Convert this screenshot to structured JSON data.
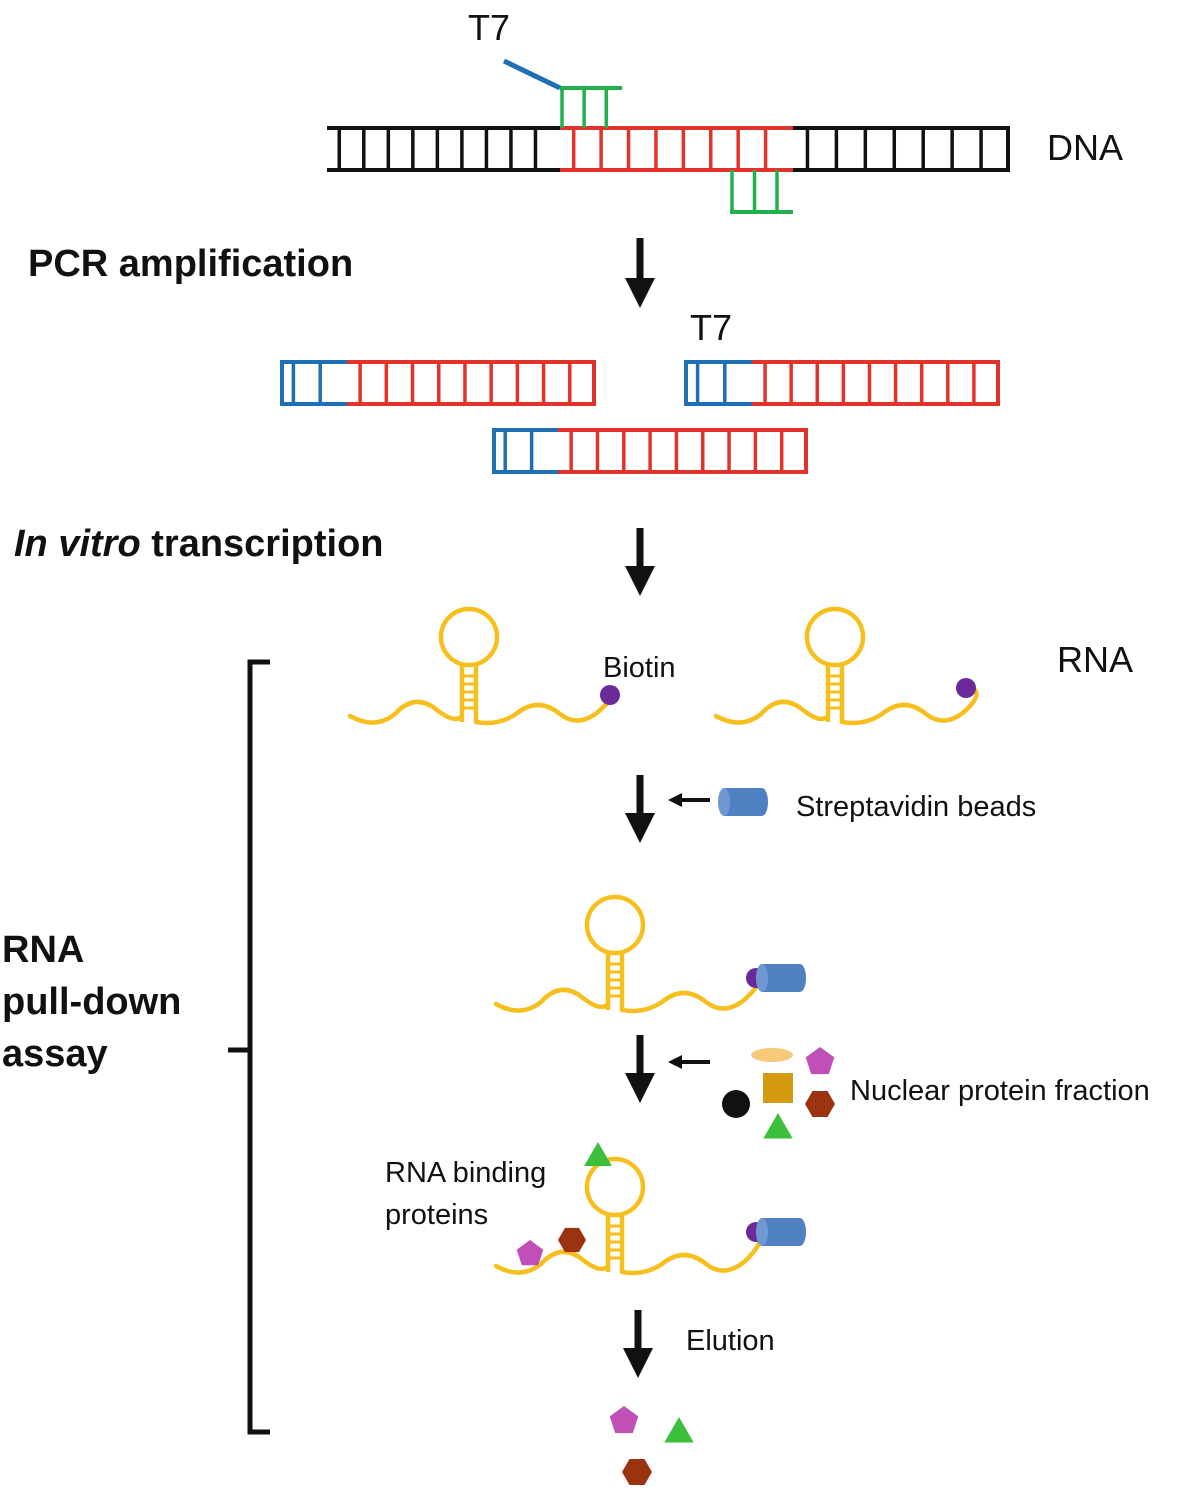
{
  "labels": {
    "t7_top": "T7",
    "dna": "DNA",
    "pcr_step": "PCR amplification",
    "t7_pcr": "T7",
    "ivt_italic": "In vitro",
    "ivt_rest": " transcription",
    "biotin": "Biotin",
    "rna": "RNA",
    "streptavidin": "Streptavidin beads",
    "assay_line1": "RNA",
    "assay_line2": "pull-down",
    "assay_line3": "assay",
    "nuclear": "Nuclear protein fraction",
    "rbp_line1": "RNA binding",
    "rbp_line2": "proteins",
    "elution": "Elution"
  },
  "colors": {
    "dna_strand": "#111111",
    "target_region": "#e2332b",
    "primer": "#22b04b",
    "t7_promoter": "#1f6fb5",
    "rna": "#f7bf1e",
    "biotin": "#6b2a9a",
    "bead": "#4f81c2",
    "arrow": "#111111",
    "protein_pentagon": "#c050b8",
    "protein_square": "#d49a10",
    "protein_hexagon": "#9b3210",
    "protein_triangle": "#3cbf3a",
    "protein_circle": "#111111",
    "protein_ellipse": "#f7c97a"
  },
  "icons": [
    "dna-ladder-icon",
    "arrow-down-icon",
    "rna-hairpin-icon",
    "biotin-icon",
    "streptavidin-bead-icon",
    "pentagon-protein-icon",
    "hexagon-protein-icon",
    "triangle-protein-icon",
    "square-protein-icon",
    "circle-protein-icon",
    "ellipse-protein-icon",
    "bracket-icon"
  ]
}
